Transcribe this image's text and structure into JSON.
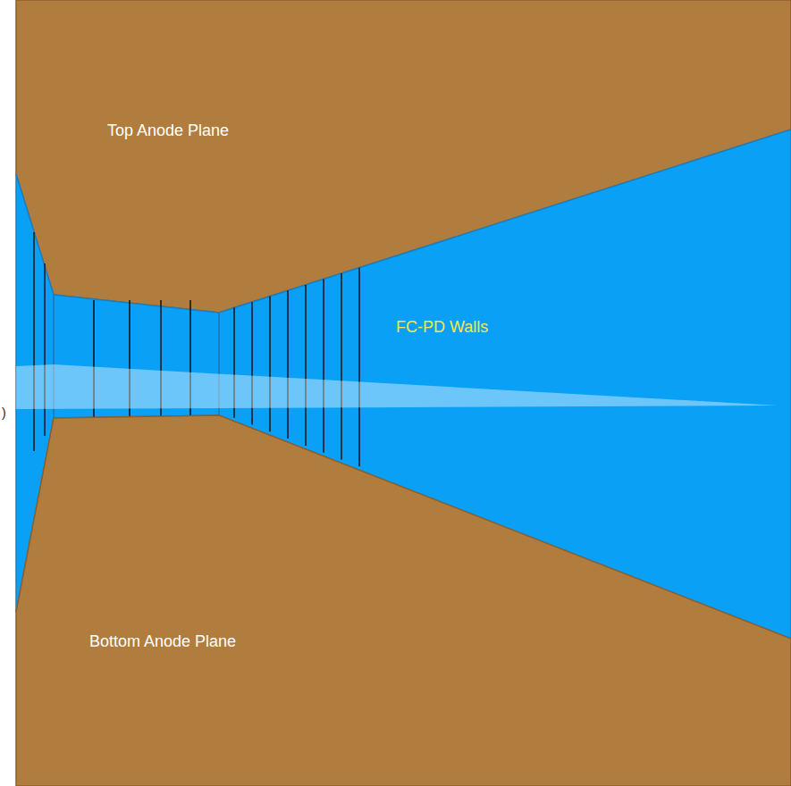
{
  "diagram": {
    "nodes": [
      {
        "text": [
          "Top Anode Plane"
        ]
      },
      {
        "text": [
          "FC-PD Walls"
        ]
      },
      {
        "text": [
          "Bottom Anode Plane"
        ]
      }
    ],
    "labels": [
      ")"
    ]
  }
}
